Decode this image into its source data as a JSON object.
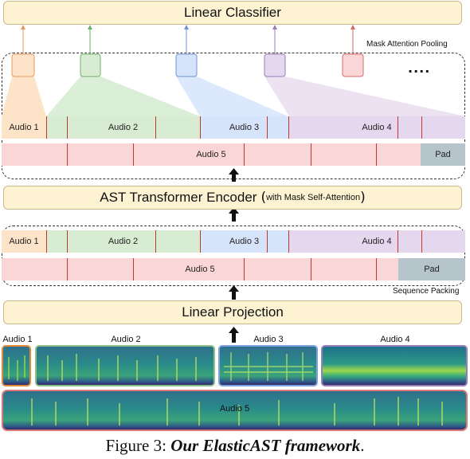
{
  "top_bar": {
    "label": "Linear Classifier"
  },
  "mask_attention_label": "Mask Attention Pooling",
  "ellipsis": "....",
  "encoder_bar": {
    "main": "AST Transformer Encoder",
    "paren_open": "(",
    "sub": "with Mask Self-Attention",
    "paren_close": ")"
  },
  "sequence_packing_label": "Sequence Packing",
  "projection_bar": {
    "label": "Linear Projection"
  },
  "segments": {
    "audio1": "Audio 1",
    "audio2": "Audio 2",
    "audio3": "Audio 3",
    "audio4": "Audio 4",
    "audio5": "Audio 5",
    "pad": "Pad"
  },
  "spectrograms": {
    "audio1": "Audio 1",
    "audio2": "Audio 2",
    "audio3": "Audio 3",
    "audio4": "Audio 4",
    "audio5": "Audio 5"
  },
  "caption": {
    "prefix": "Figure 3: ",
    "emphasis": "Our ElasticAST framework",
    "suffix": "."
  },
  "colors": {
    "audio1": "#fde3c7",
    "audio2": "#d7ecd3",
    "audio3": "#d6e4fb",
    "audio4": "#e5d8ee",
    "audio5": "#fbd6d6",
    "pad": "#b6c4cc",
    "bar": "#fdf3d2"
  }
}
